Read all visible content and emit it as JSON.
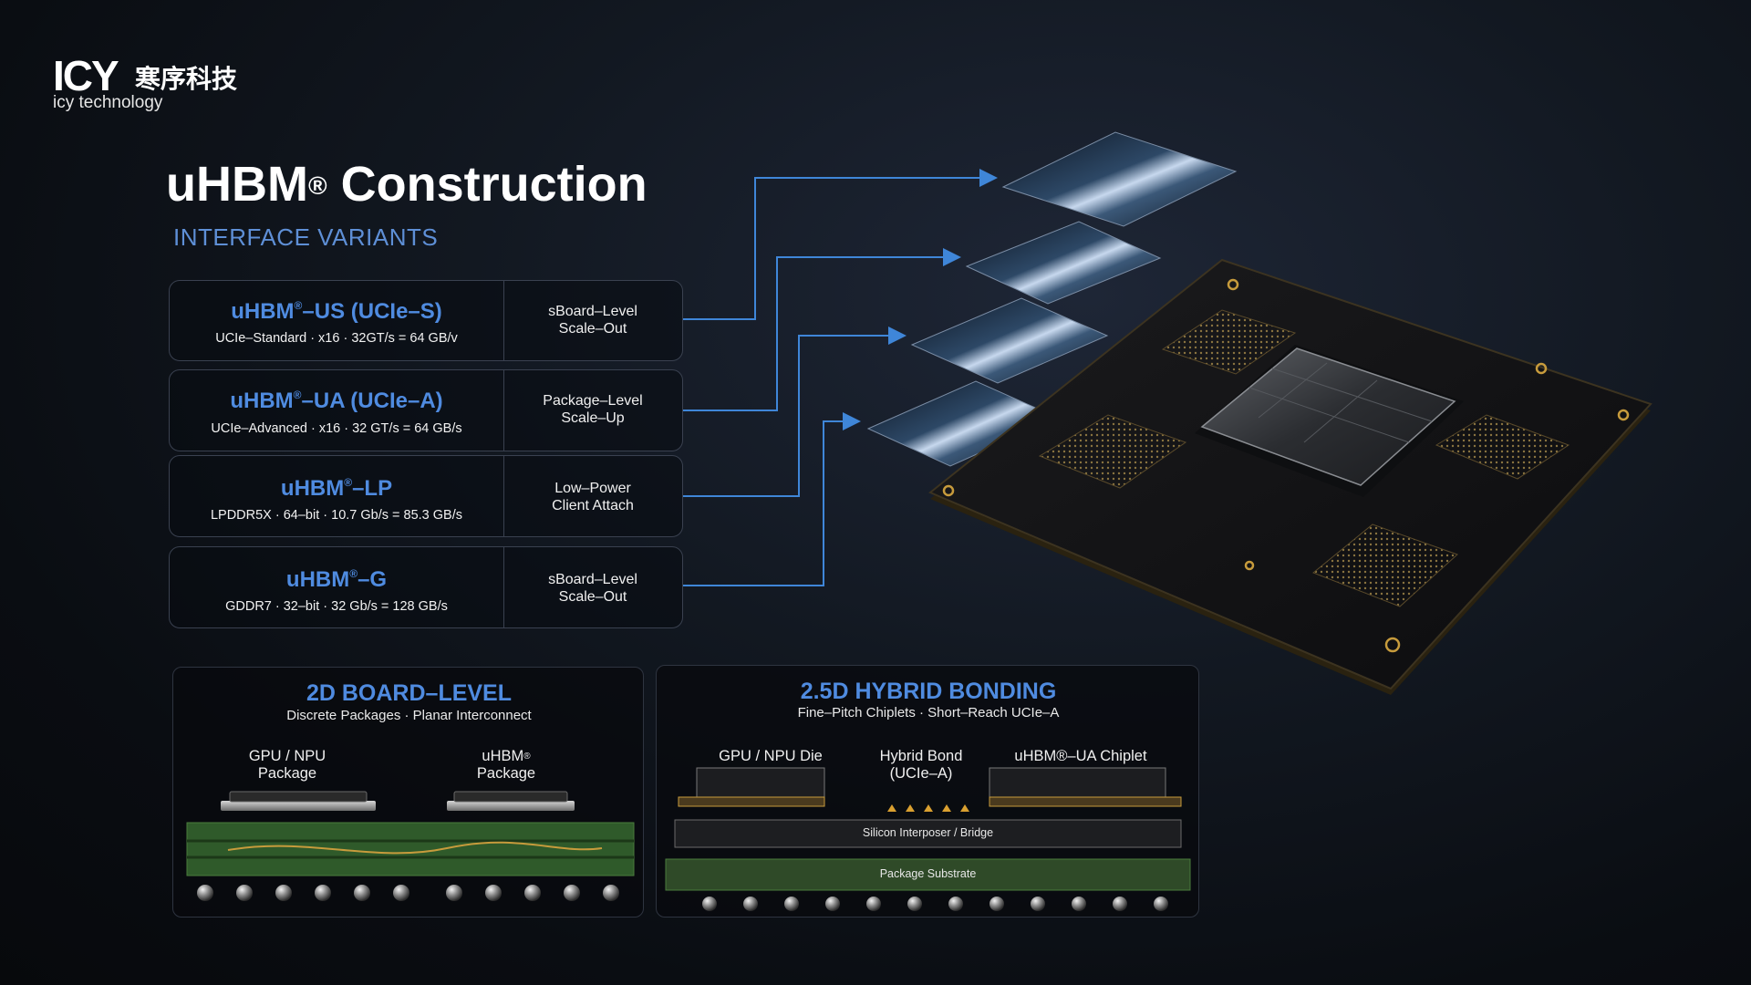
{
  "logo": {
    "mark": "ICY",
    "chinese": "寒序科技",
    "english": "icy technology"
  },
  "title": {
    "main": "uHBM",
    "reg": "®",
    "rest": " Construction",
    "subtitle": "INTERFACE VARIANTS"
  },
  "variants": [
    {
      "name": "uHBM",
      "reg": "®",
      "suffix": "–US (UCIe–S)",
      "spec": "UCIe–Standard  ·  x16  ·  32GT/s = 64 GB/v",
      "role_line1": "sBoard–Level",
      "role_line2": "Scale–Out"
    },
    {
      "name": "uHBM",
      "reg": "®",
      "suffix": "–UA (UCIe–A)",
      "spec": "UCIe–Advanced  ·  x16  ·  32 GT/s = 64 GB/s",
      "role_line1": "Package–Level",
      "role_line2": "Scale–Up"
    },
    {
      "name": "uHBM",
      "reg": "®",
      "suffix": "–LP",
      "spec": "LPDDR5X  ·  64–bit  ·  10.7 Gb/s = 85.3 GB/s",
      "role_line1": "Low–Power",
      "role_line2": "Client Attach"
    },
    {
      "name": "uHBM",
      "reg": "®",
      "suffix": "–G",
      "spec": "GDDR7  ·  32–bit  ·  32 Gb/s = 128 GB/s",
      "role_line1": "sBoard–Level",
      "role_line2": "Scale–Out"
    }
  ],
  "panel_2d": {
    "title": "2D BOARD–LEVEL",
    "subtitle": "Discrete Packages  ·  Planar Interconnect",
    "label_left_1": "GPU / NPU",
    "label_left_2": "Package",
    "label_right_1": "uHBM",
    "label_right_reg": "®",
    "label_right_2": "Package"
  },
  "panel_25d": {
    "title": "2.5D HYBRID BONDING",
    "subtitle": "Fine–Pitch Chiplets  ·  Short–Reach UCIe–A",
    "label_die": "GPU / NPU Die",
    "label_bond_1": "Hybrid Bond",
    "label_bond_2": "(UCIe–A)",
    "label_chiplet": "uHBM®–UA Chiplet",
    "interposer": "Silicon Interposer / Bridge",
    "substrate": "Package Substrate"
  },
  "colors": {
    "accent": "#4f8be0",
    "connector": "#3f86d8",
    "pcb_green": "#2f5a2a",
    "gold": "#c79b3c"
  }
}
